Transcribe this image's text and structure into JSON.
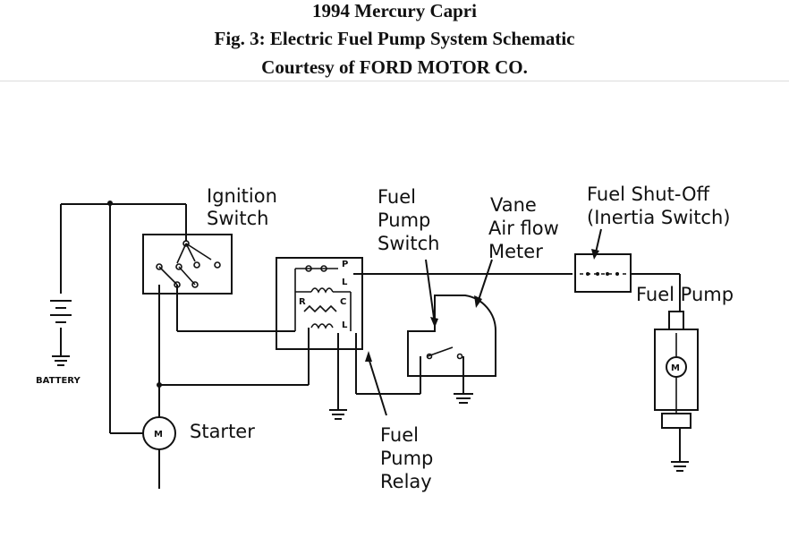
{
  "header": {
    "line1": "1994 Mercury Capri",
    "line2": "Fig. 3: Electric Fuel Pump System Schematic",
    "line3": "Courtesy of FORD MOTOR CO."
  },
  "labels": {
    "ignition_1": "Ignition",
    "ignition_2": "Switch",
    "fps_1": "Fuel",
    "fps_2": "Pump",
    "fps_3": "Switch",
    "vane_1": "Vane",
    "vane_2": "Air flow",
    "vane_3": "Meter",
    "shutoff_1": "Fuel Shut-Off",
    "shutoff_2": "(Inertia Switch)",
    "fuel_pump": "Fuel Pump",
    "battery": "BATTERY",
    "starter": "Starter",
    "relay_1": "Fuel",
    "relay_2": "Pump",
    "relay_3": "Relay",
    "term_p": "P",
    "term_l1": "L",
    "term_r": "R",
    "term_c": "C",
    "term_l2": "L",
    "motor_m": "M"
  }
}
